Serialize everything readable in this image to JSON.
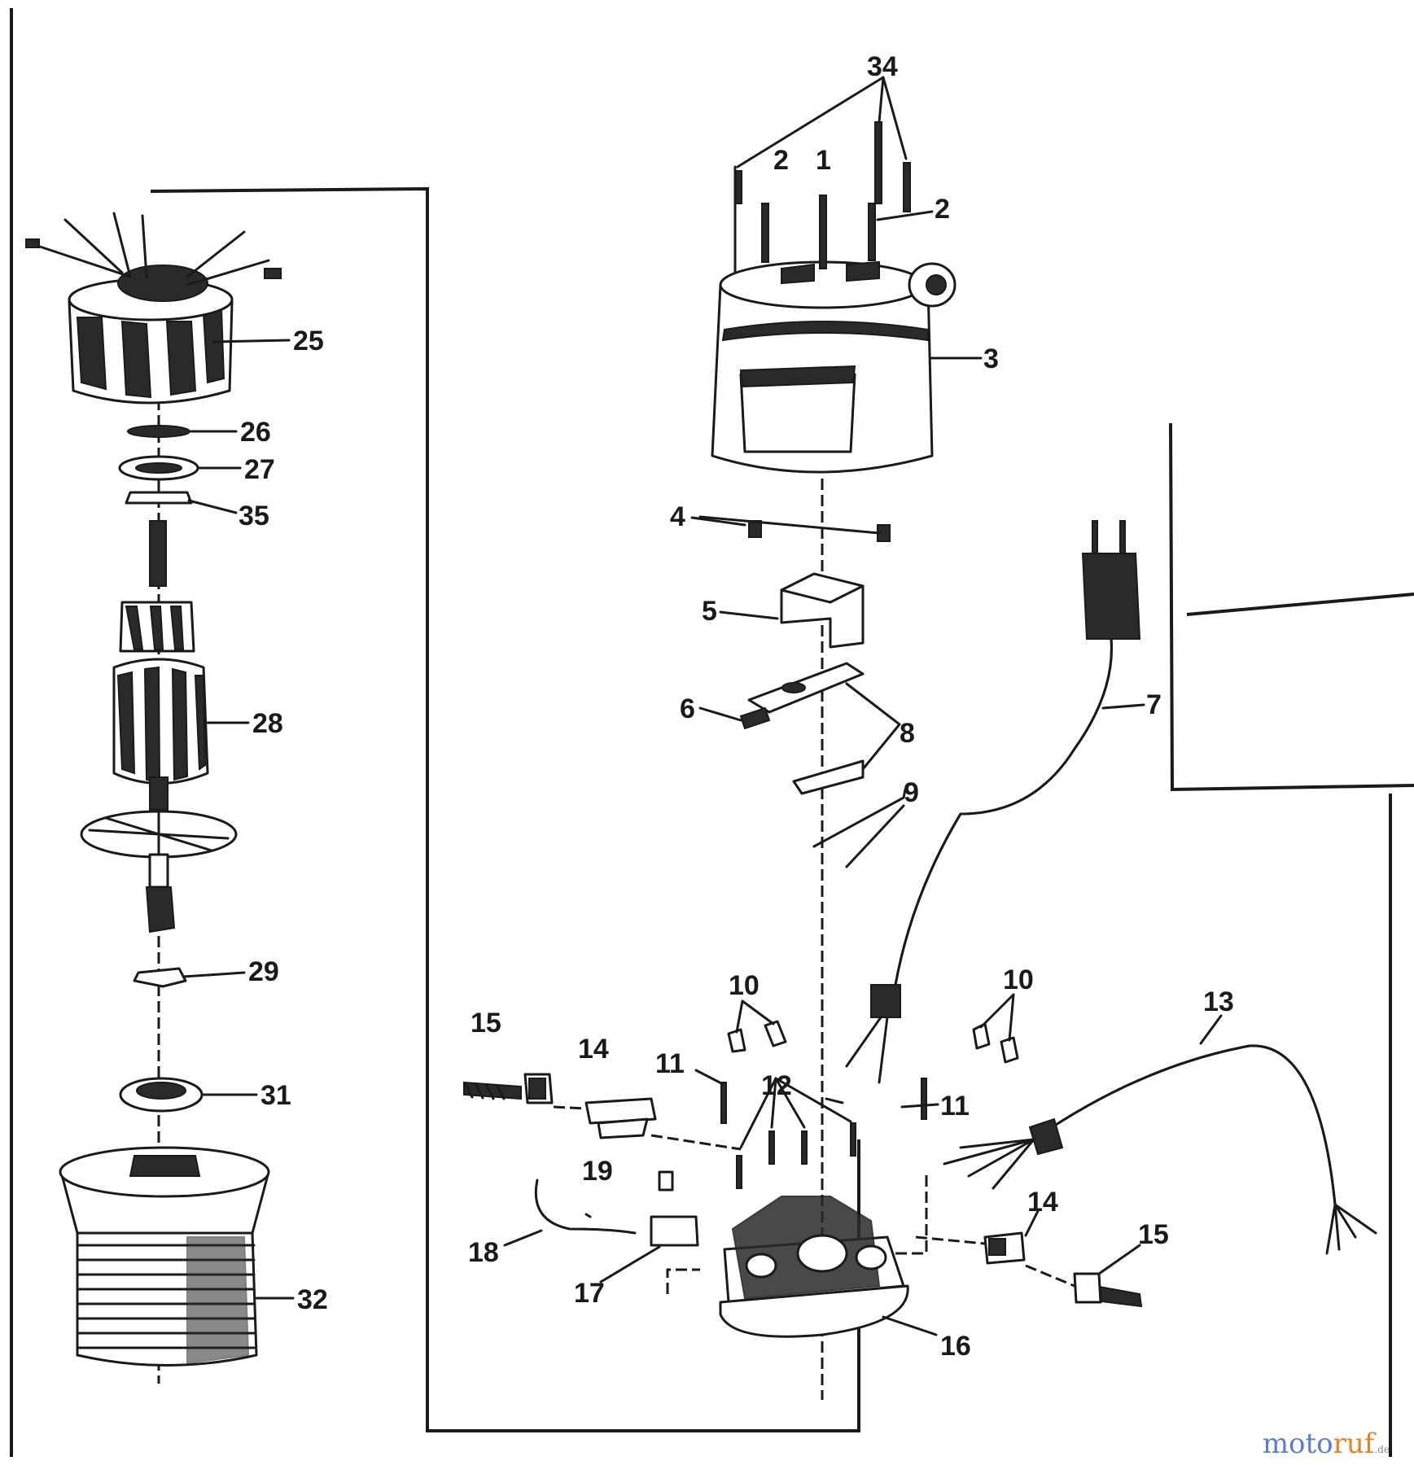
{
  "parts": {
    "p1": "1",
    "p2a": "2",
    "p2b": "2",
    "p3": "3",
    "p4": "4",
    "p5": "5",
    "p6": "6",
    "p7": "7",
    "p8": "8",
    "p9": "9",
    "p10a": "10",
    "p10b": "10",
    "p11a": "11",
    "p11b": "11",
    "p12": "12",
    "p13": "13",
    "p14a": "14",
    "p14b": "14",
    "p15a": "15",
    "p15b": "15",
    "p16": "16",
    "p17": "17",
    "p18": "18",
    "p19": "19",
    "p25": "25",
    "p26": "26",
    "p27": "27",
    "p28": "28",
    "p29": "29",
    "p31": "31",
    "p32": "32",
    "p34": "34",
    "p35": "35"
  },
  "watermark": {
    "brand_a": "moto",
    "brand_b": "ruf",
    "suffix": ".de"
  },
  "colors": {
    "ink": "#1a1a1a",
    "watermark_blue": "#5a7ec8",
    "watermark_orange": "#e0822a"
  }
}
